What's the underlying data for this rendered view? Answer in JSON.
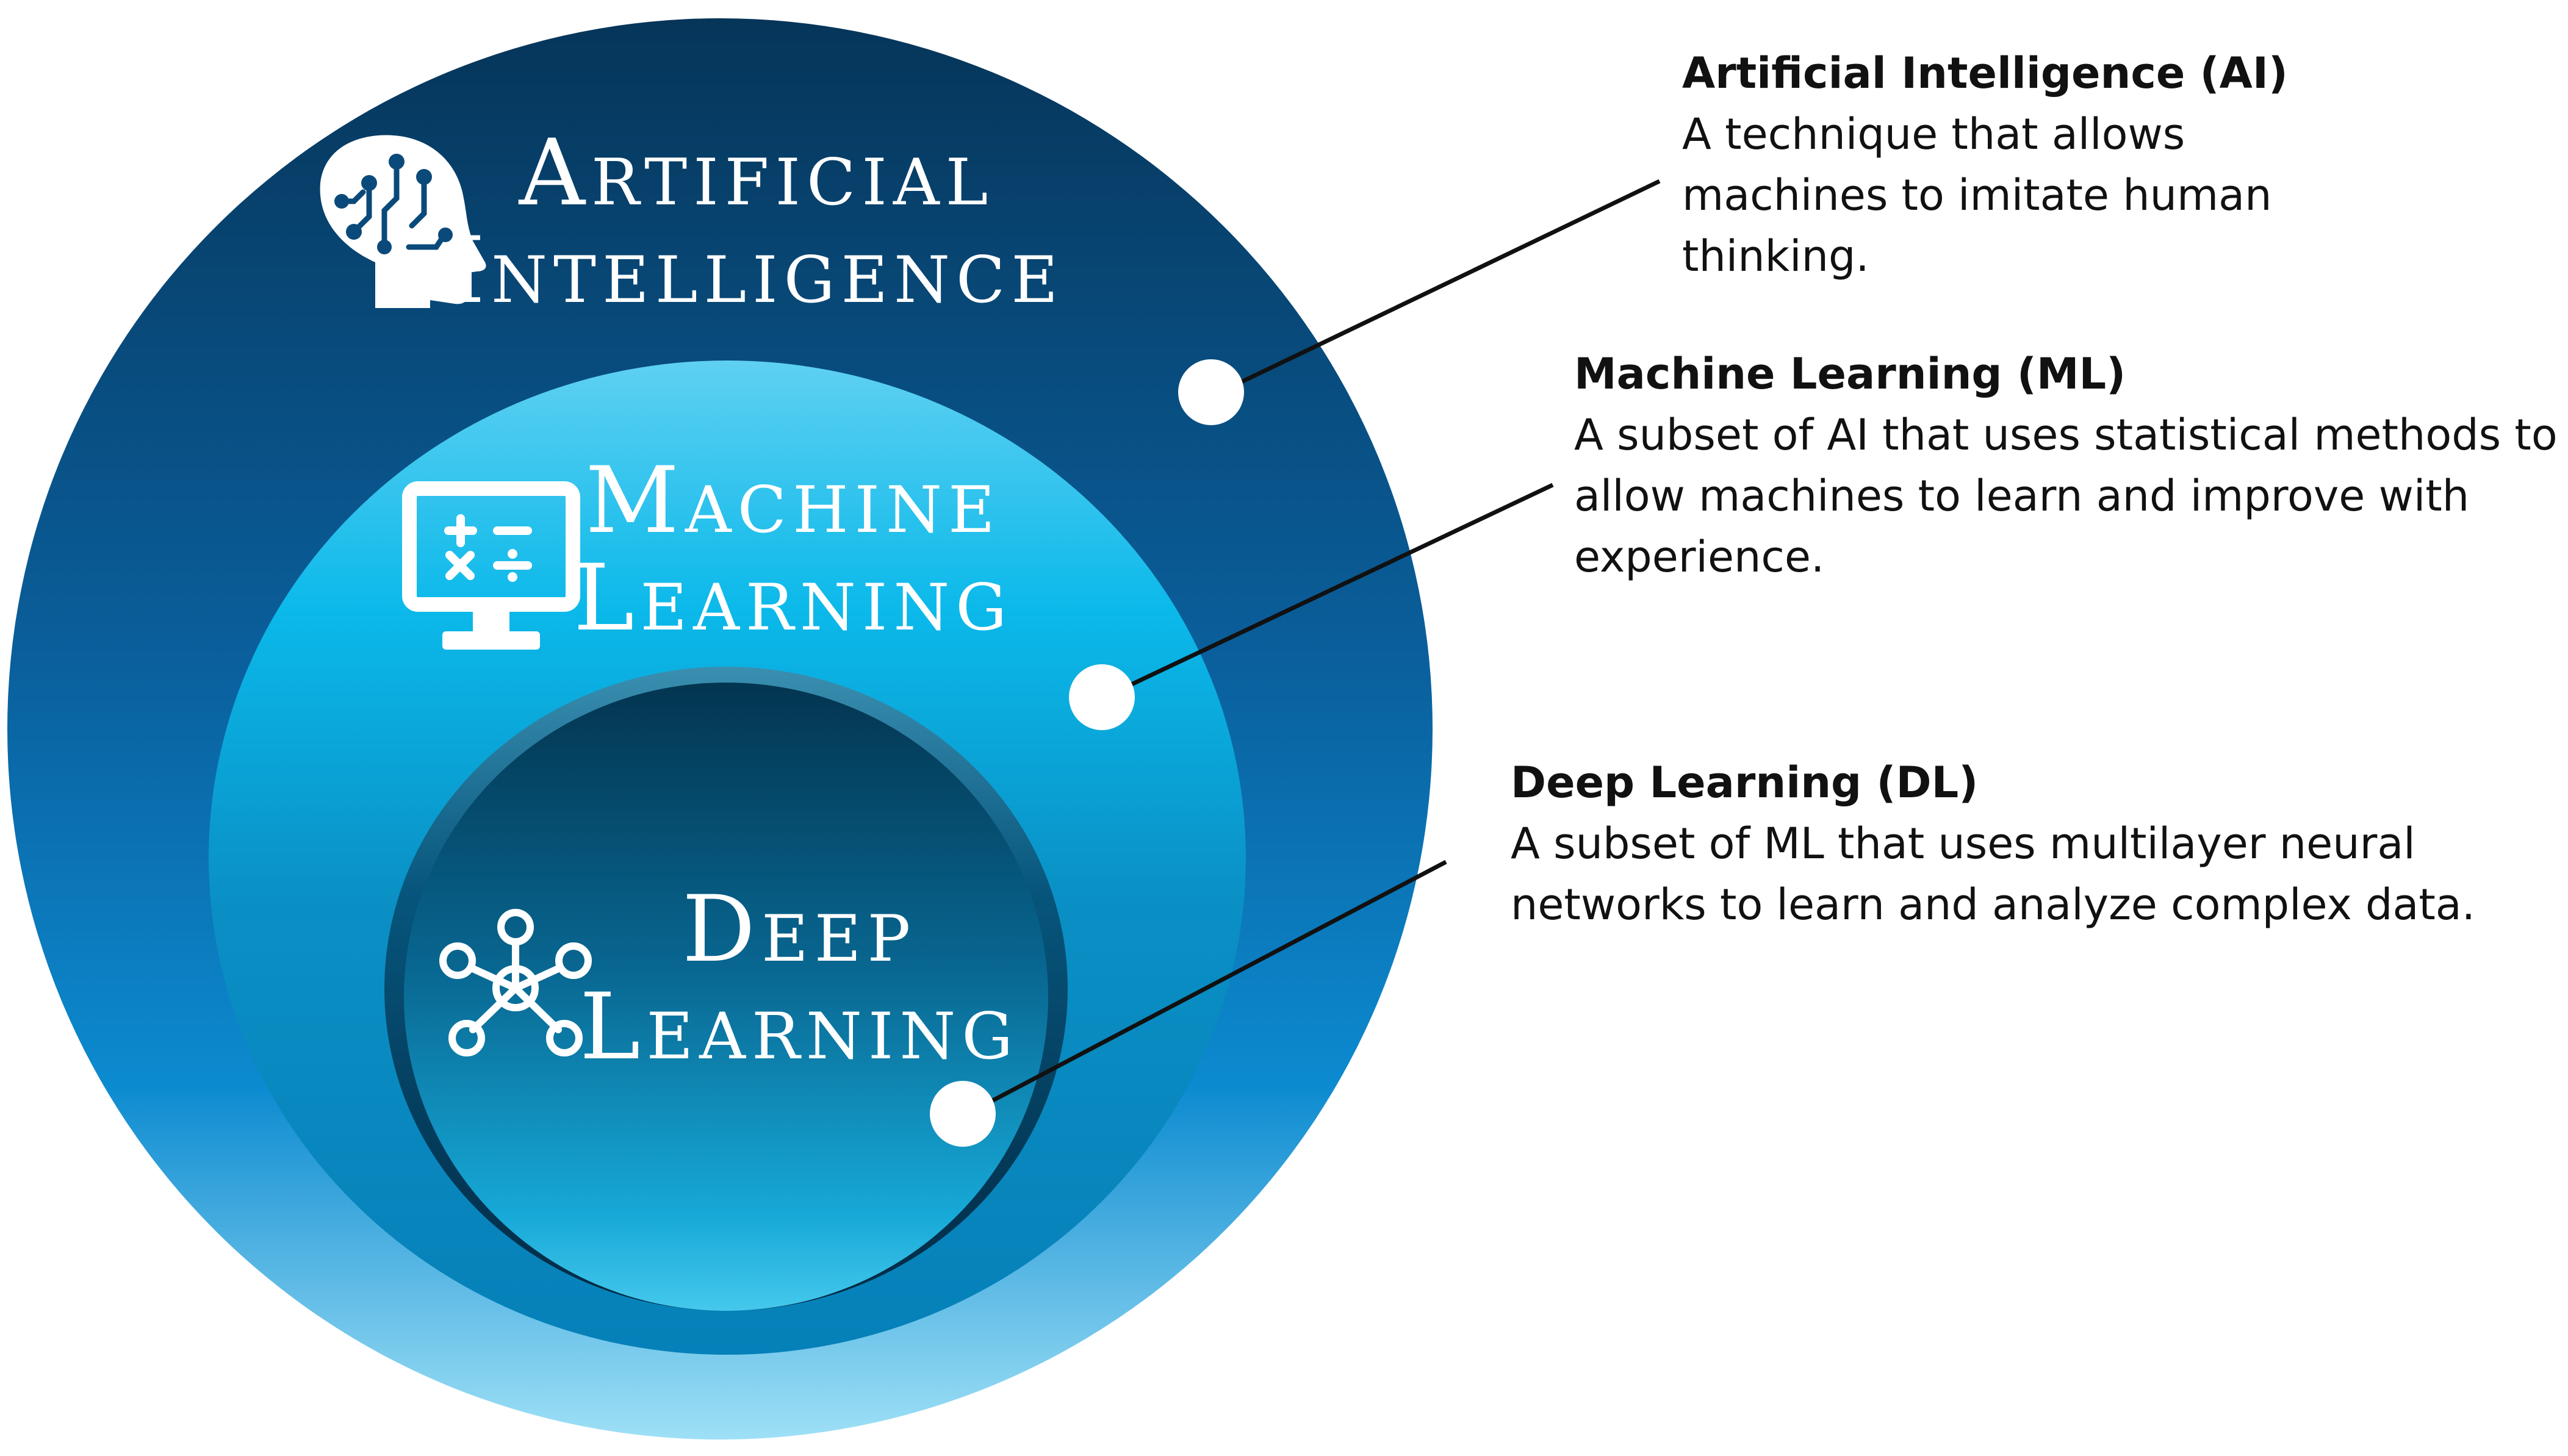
{
  "circles": {
    "ai": {
      "title_line1": "Artificial",
      "title_line2": "Intelligence",
      "icon": "ai-head-icon"
    },
    "ml": {
      "title_line1": "Machine",
      "title_line2": "Learning",
      "icon": "computer-monitor-math-icon"
    },
    "dl": {
      "title_line1": "Deep",
      "title_line2": "Learning",
      "icon": "neural-network-icon"
    }
  },
  "descriptions": {
    "ai": {
      "heading": "Artificial Intelligence (AI)",
      "lines": [
        "A technique that allows",
        "machines to imitate human",
        "thinking."
      ]
    },
    "ml": {
      "heading": "Machine Learning (ML)",
      "lines": [
        "A subset of AI that uses statistical methods to",
        "allow machines to learn and improve with",
        "experience."
      ]
    },
    "dl": {
      "heading": "Deep Learning (DL)",
      "lines": [
        "A subset of ML that uses multilayer neural",
        "networks to learn and analyze complex data."
      ]
    }
  },
  "colors": {
    "ai_dark": "#073a66",
    "ai_mid": "#0a6fb0",
    "ai_light": "#8fd8f2",
    "ml_light": "#10b8e8",
    "dl_dark": "#04324f",
    "dl_light": "#3cc6ea",
    "connector": "#111111",
    "dot": "#ffffff"
  }
}
